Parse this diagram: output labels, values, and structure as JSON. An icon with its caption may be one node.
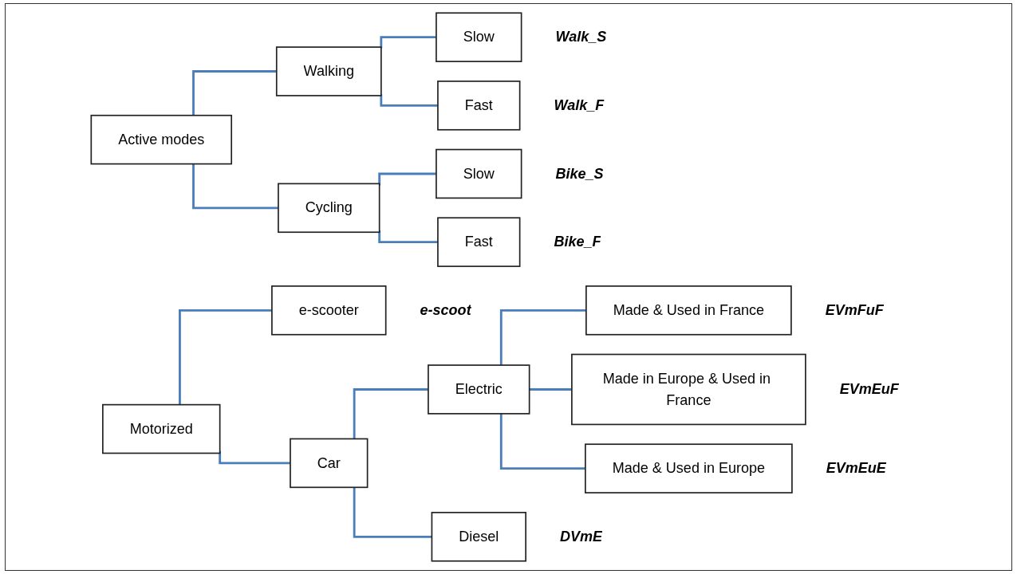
{
  "diagram": {
    "nodes": [
      {
        "text": [
          "Active modes"
        ]
      },
      {
        "text": [
          "Walking"
        ]
      },
      {
        "text": [
          "Slow"
        ],
        "beside": [
          "Walk_S"
        ]
      },
      {
        "text": [
          "Fast"
        ],
        "beside": [
          "Walk_F"
        ]
      },
      {
        "text": [
          "Cycling"
        ]
      },
      {
        "text": [
          "Slow"
        ],
        "beside": [
          "Bike_S"
        ]
      },
      {
        "text": [
          "Fast"
        ],
        "beside": [
          "Bike_F"
        ]
      },
      {
        "text": [
          "Motorized"
        ]
      },
      {
        "text": [
          "e-scooter"
        ],
        "beside": [
          "e-scoot"
        ]
      },
      {
        "text": [
          "Car"
        ]
      },
      {
        "text": [
          "Electric"
        ]
      },
      {
        "text": [
          "Made & Used in France"
        ],
        "beside": [
          "EVmFuF"
        ]
      },
      {
        "text": [
          "Made in Europe & Used in France"
        ],
        "beside": [
          "EVmEuF"
        ]
      },
      {
        "text": [
          "Made & Used in Europe"
        ],
        "beside": [
          "EVmEuE"
        ]
      },
      {
        "text": [
          "Diesel"
        ],
        "beside": [
          "DVmE"
        ]
      }
    ],
    "edges": [
      {
        "from": 0,
        "to": 1,
        "arrow": "none"
      },
      {
        "from": 0,
        "to": 4,
        "arrow": "none"
      },
      {
        "from": 1,
        "to": 2,
        "arrow": "none"
      },
      {
        "from": 1,
        "to": 3,
        "arrow": "none"
      },
      {
        "from": 4,
        "to": 5,
        "arrow": "none"
      },
      {
        "from": 4,
        "to": 6,
        "arrow": "none"
      },
      {
        "from": 7,
        "to": 8,
        "arrow": "none"
      },
      {
        "from": 7,
        "to": 9,
        "arrow": "none"
      },
      {
        "from": 9,
        "to": 10,
        "arrow": "none"
      },
      {
        "from": 9,
        "to": 14,
        "arrow": "none"
      },
      {
        "from": 10,
        "to": 11,
        "arrow": "none"
      },
      {
        "from": 10,
        "to": 12,
        "arrow": "none"
      },
      {
        "from": 10,
        "to": 13,
        "arrow": "none"
      }
    ]
  }
}
